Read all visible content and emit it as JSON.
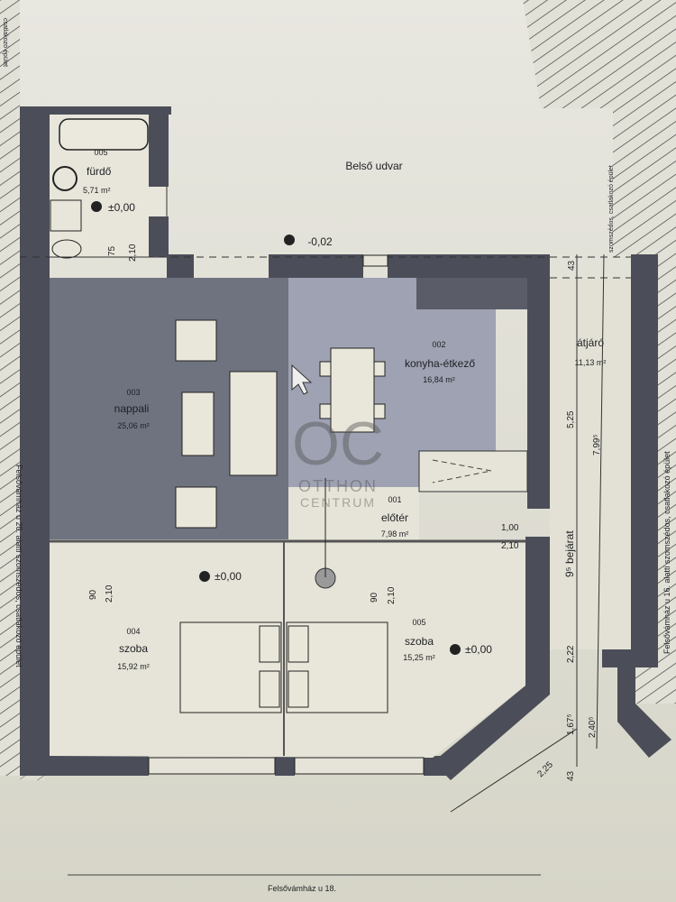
{
  "courtyard": {
    "label": "Belső udvar",
    "level": "-0,02"
  },
  "rooms": {
    "bath": {
      "number": "005",
      "name": "fürdő",
      "area": "5,71 m²",
      "level": "±0,00"
    },
    "living": {
      "number": "003",
      "name": "nappali",
      "area": "25,06 m²"
    },
    "kitchen": {
      "number": "002",
      "name": "konyha-étkező",
      "area": "16,84 m²"
    },
    "hall": {
      "number": "001",
      "name": "előtér",
      "area": "7,98 m²"
    },
    "passage": {
      "name": "átjáró",
      "area": "11,13 m²"
    },
    "bedroom1": {
      "number": "004",
      "name": "szoba",
      "area": "15,92 m²",
      "level": "±0,00"
    },
    "bedroom2": {
      "number": "005",
      "name": "szoba",
      "area": "15,25 m²",
      "level": "±0,00"
    }
  },
  "dimensions": {
    "d43_top": "43",
    "d525": "5,25",
    "d799": "7,99⁵",
    "door_w": "1,00",
    "door_h": "2,10",
    "entrance": "9⁵ bejárat",
    "d222": "2,22",
    "d1675": "1,67⁵",
    "d2405": "2,40⁵",
    "d225": "2,25",
    "d43_bottom": "43",
    "door1_w": "90",
    "door1_h": "2,10",
    "door2_w": "90",
    "door2_h": "2,10",
    "bath_door_w": "75",
    "bath_door_h": "2,10"
  },
  "neighbors": {
    "left": "Felsővámház u 20. alatti szomszédos, csatlakozó épület",
    "right": "Felsővámház u 16. alatti szomszédos, csatlakozó épület",
    "top_left": "csatlakozó épület",
    "top_right": "szomszédos, csatlakozó épület",
    "bottom": "Felsővámház u 18."
  },
  "watermark": {
    "logo": "OC",
    "line1": "OTTHON",
    "line2": "CENTRUM"
  },
  "colors": {
    "wall": "#4b4e58",
    "living": "#6f7380",
    "kitchen": "#9ea2b2",
    "floor": "#e6e4d8"
  }
}
